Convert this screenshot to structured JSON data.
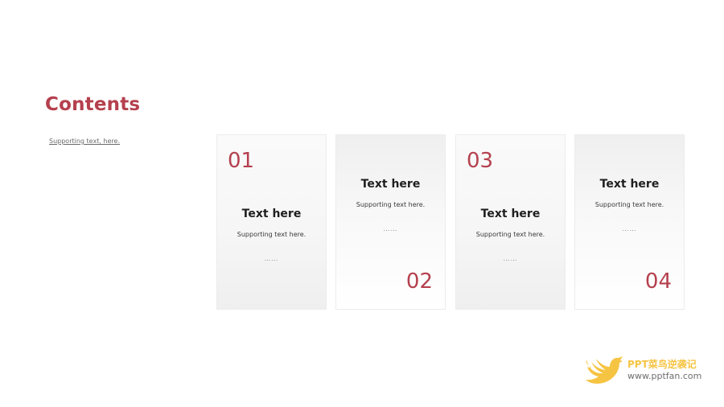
{
  "header": {
    "title": "Contents",
    "subtitle_link": "Supporting text, here."
  },
  "cards": [
    {
      "number": "01",
      "heading": "Text here",
      "body": "Supporting text  here.",
      "dots": "……"
    },
    {
      "number": "02",
      "heading": "Text here",
      "body": "Supporting text  here.",
      "dots": "……"
    },
    {
      "number": "03",
      "heading": "Text here",
      "body": "Supporting text  here.",
      "dots": "……"
    },
    {
      "number": "04",
      "heading": "Text here",
      "body": "Supporting text  here.",
      "dots": "……"
    }
  ],
  "brand": {
    "name": "PPT菜鸟逆袭记",
    "url": "www.pptfan.com",
    "icon": "bird-logo-icon"
  },
  "colors": {
    "accent": "#b5404e",
    "brand_yellow": "#f6c443",
    "card_border": "#ececec"
  }
}
